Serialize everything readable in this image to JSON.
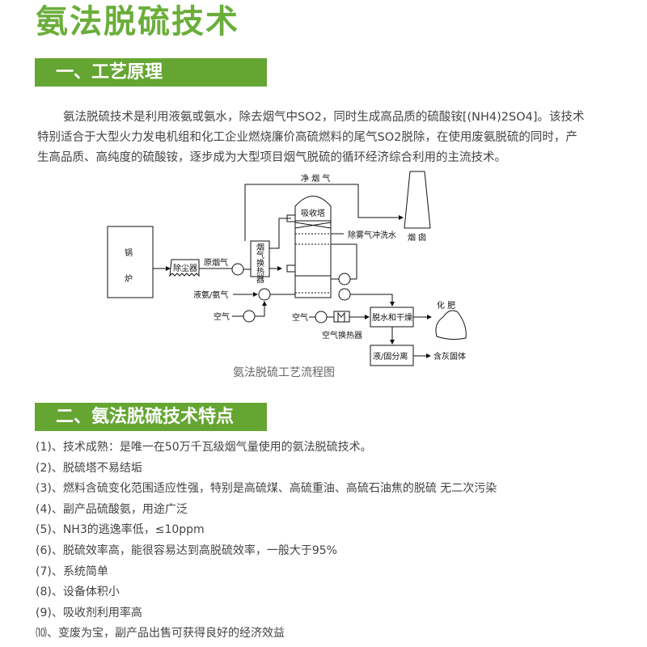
{
  "page_title": "氨法脱硫技术",
  "section1": {
    "heading": "一、工艺原理",
    "paragraph": "氨法脱硫技术是利用液氨或氨水，除去烟气中SO2，同时生成高品质的硫酸铵[(NH4)2SO4]。该技术特别适合于大型火力发电机组和化工企业燃烧廉价高硫燃料的尾气SO2脱除，在使用废氨脱硫的同时，产生高品质、高纯度的硫酸铵，逐步成为大型项目烟气脱硫的循环经济综合利用的主流技术。",
    "diagram": {
      "caption": "氨法脱硫工艺流程图",
      "labels": {
        "boiler_1": "锅",
        "boiler_2": "炉",
        "dust_collector": "除尘器",
        "raw_flue_gas": "原烟气",
        "heat_exchanger": [
          "烟",
          "气",
          "换",
          "热",
          "器"
        ],
        "clean_flue_gas": "净 烟 气",
        "absorber": "吸收塔",
        "mist_water": "除雾气冲洗水",
        "chimney": "烟 囱",
        "ammonia": "液氨/氨气",
        "air_1": "空气",
        "air_2": "空气",
        "air_heat_exchanger": "空气换热器",
        "dewater_dry": "脱水和干燥",
        "fertilizer": "化 肥",
        "separation": "液/固分离",
        "ash_solids": "含灰固体"
      }
    }
  },
  "section2": {
    "heading": "二、氨法脱硫技术特点",
    "items": [
      "(1)、技术成熟：是唯一在50万千瓦级烟气量使用的氨法脱硫技术。",
      "(2)、脱硫塔不易结垢",
      "(3)、燃料含硫变化范围适应性强，特别是高硫煤、高硫重油、高硫石油焦的脱硫 无二次污染",
      "(4)、副产品硫酸氨，用途广泛",
      "(5)、NH3的逃逸率低，≤10ppm",
      "(6)、脱硫效率高，能很容易达到高脱硫效率，一般大于95%",
      "(7)、系统简单",
      "(8)、设备体积小",
      "(9)、吸收剂利用率高",
      "⑽、变废为宝，副产品出售可获得良好的经济效益"
    ]
  },
  "colors": {
    "accent": "#65a532",
    "title": "#6aae3a"
  }
}
